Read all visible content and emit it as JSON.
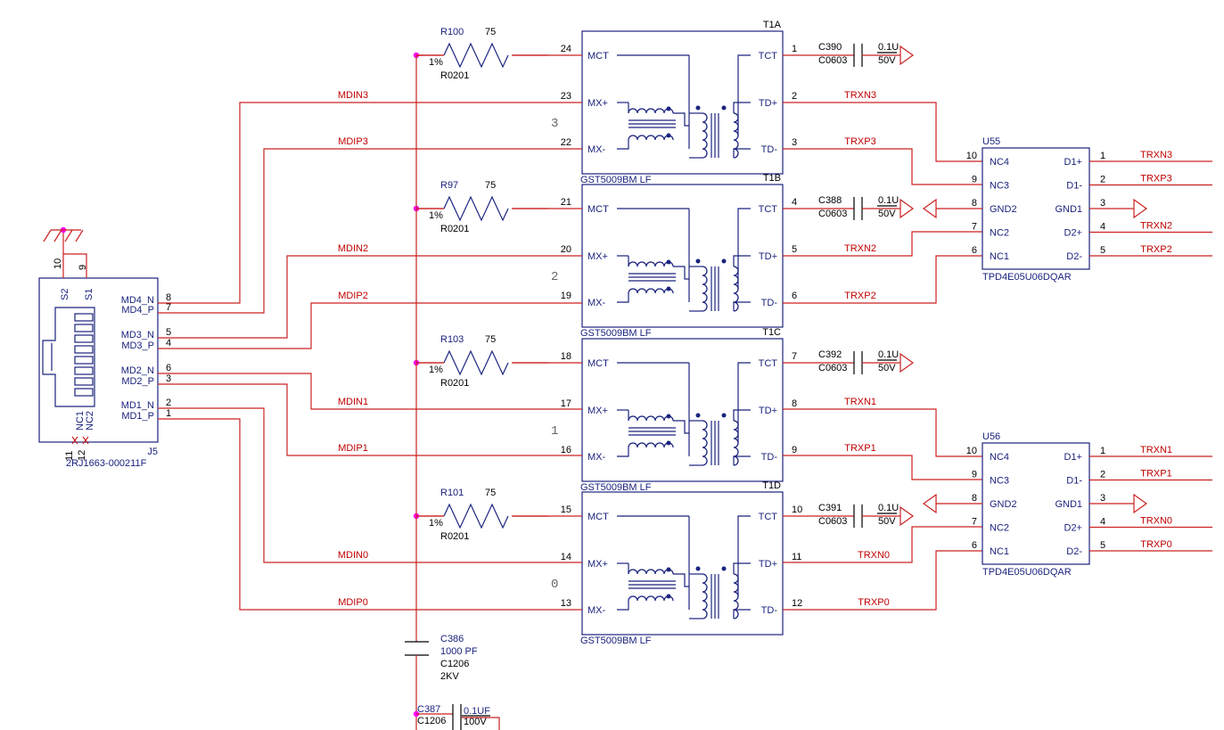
{
  "connector": {
    "ref": "J5",
    "part": "2RJ1663-000211F",
    "pins": [
      {
        "name": "MD4_N",
        "num": "8"
      },
      {
        "name": "MD4_P",
        "num": "7"
      },
      {
        "name": "MD3_N",
        "num": "5"
      },
      {
        "name": "MD3_P",
        "num": "4"
      },
      {
        "name": "MD2_N",
        "num": "6"
      },
      {
        "name": "MD2_P",
        "num": "3"
      },
      {
        "name": "MD1_N",
        "num": "2"
      },
      {
        "name": "MD1_P",
        "num": "1"
      }
    ],
    "shield_pins": [
      {
        "name": "S2",
        "num": "10"
      },
      {
        "name": "S1",
        "num": "9"
      }
    ],
    "nc_pins": [
      {
        "name": "NC1",
        "num": "11"
      },
      {
        "name": "NC2",
        "num": "12"
      }
    ]
  },
  "transformers": [
    {
      "ref": "T1A",
      "part": "GST5009BM LF",
      "channel": "3",
      "pins": {
        "mct": "24",
        "mxp": "23",
        "mxn": "22",
        "tct": "1",
        "tdp": "2",
        "tdn": "3"
      },
      "resistor": {
        "ref": "R100",
        "value": "75",
        "tol": "1%",
        "pkg": "R0201"
      },
      "cap": {
        "ref": "C390",
        "pkg": "C0603",
        "value": "0.1U",
        "volt": "50V"
      },
      "nets": {
        "mxp": "MDIN3",
        "mxn": "MDIP3",
        "tdp": "TRXN3",
        "tdn": "TRXP3"
      }
    },
    {
      "ref": "T1B",
      "part": "GST5009BM LF",
      "channel": "2",
      "pins": {
        "mct": "21",
        "mxp": "20",
        "mxn": "19",
        "tct": "4",
        "tdp": "5",
        "tdn": "6"
      },
      "resistor": {
        "ref": "R97",
        "value": "75",
        "tol": "1%",
        "pkg": "R0201"
      },
      "cap": {
        "ref": "C388",
        "pkg": "C0603",
        "value": "0.1U",
        "volt": "50V"
      },
      "nets": {
        "mxp": "MDIN2",
        "mxn": "MDIP2",
        "tdp": "TRXN2",
        "tdn": "TRXP2"
      }
    },
    {
      "ref": "T1C",
      "part": "GST5009BM LF",
      "channel": "1",
      "pins": {
        "mct": "18",
        "mxp": "17",
        "mxn": "16",
        "tct": "7",
        "tdp": "8",
        "tdn": "9"
      },
      "resistor": {
        "ref": "R103",
        "value": "75",
        "tol": "1%",
        "pkg": "R0201"
      },
      "cap": {
        "ref": "C392",
        "pkg": "C0603",
        "value": "0.1U",
        "volt": "50V"
      },
      "nets": {
        "mxp": "MDIN1",
        "mxn": "MDIP1",
        "tdp": "TRXN1",
        "tdn": "TRXP1"
      }
    },
    {
      "ref": "T1D",
      "part": "GST5009BM LF",
      "channel": "0",
      "pins": {
        "mct": "15",
        "mxp": "14",
        "mxn": "13",
        "tct": "10",
        "tdp": "11",
        "tdn": "12"
      },
      "resistor": {
        "ref": "R101",
        "value": "75",
        "tol": "1%",
        "pkg": "R0201"
      },
      "cap": {
        "ref": "C391",
        "pkg": "C0603",
        "value": "0.1U",
        "volt": "50V"
      },
      "nets": {
        "mxp": "MDIN0",
        "mxn": "MDIP0",
        "tdp": "TRXN0",
        "tdn": "TRXP0"
      }
    }
  ],
  "pin_labels": {
    "mct": "MCT",
    "mxp": "MX+",
    "mxn": "MX-",
    "tct": "TCT",
    "tdp": "TD+",
    "tdn": "TD-"
  },
  "esd": [
    {
      "ref": "U55",
      "part": "TPD4E05U06DQAR",
      "left": [
        {
          "name": "NC4",
          "num": "10"
        },
        {
          "name": "NC3",
          "num": "9"
        },
        {
          "name": "GND2",
          "num": "8"
        },
        {
          "name": "NC2",
          "num": "7"
        },
        {
          "name": "NC1",
          "num": "6"
        }
      ],
      "right": [
        {
          "name": "D1+",
          "num": "1",
          "net": "TRXN3"
        },
        {
          "name": "D1-",
          "num": "2",
          "net": "TRXP3"
        },
        {
          "name": "GND1",
          "num": "3",
          "net": ""
        },
        {
          "name": "D2+",
          "num": "4",
          "net": "TRXN2"
        },
        {
          "name": "D2-",
          "num": "5",
          "net": "TRXP2"
        }
      ]
    },
    {
      "ref": "U56",
      "part": "TPD4E05U06DQAR",
      "left": [
        {
          "name": "NC4",
          "num": "10"
        },
        {
          "name": "NC3",
          "num": "9"
        },
        {
          "name": "GND2",
          "num": "8"
        },
        {
          "name": "NC2",
          "num": "7"
        },
        {
          "name": "NC1",
          "num": "6"
        }
      ],
      "right": [
        {
          "name": "D1+",
          "num": "1",
          "net": "TRXN1"
        },
        {
          "name": "D1-",
          "num": "2",
          "net": "TRXP1"
        },
        {
          "name": "GND1",
          "num": "3",
          "net": ""
        },
        {
          "name": "D2+",
          "num": "4",
          "net": "TRXN0"
        },
        {
          "name": "D2-",
          "num": "5",
          "net": "TRXP0"
        }
      ]
    }
  ],
  "caps_bottom": [
    {
      "ref": "C386",
      "value": "1000 PF",
      "pkg": "C1206",
      "volt": "2KV"
    },
    {
      "ref": "C387",
      "pkg": "C1206",
      "value": "0.1UF",
      "volt": "100V"
    }
  ],
  "colors": {
    "body": "#1a237e",
    "wire": "#cc2222",
    "net_label": "#c00000",
    "junction": "#ff00ff",
    "text": "#000000"
  }
}
